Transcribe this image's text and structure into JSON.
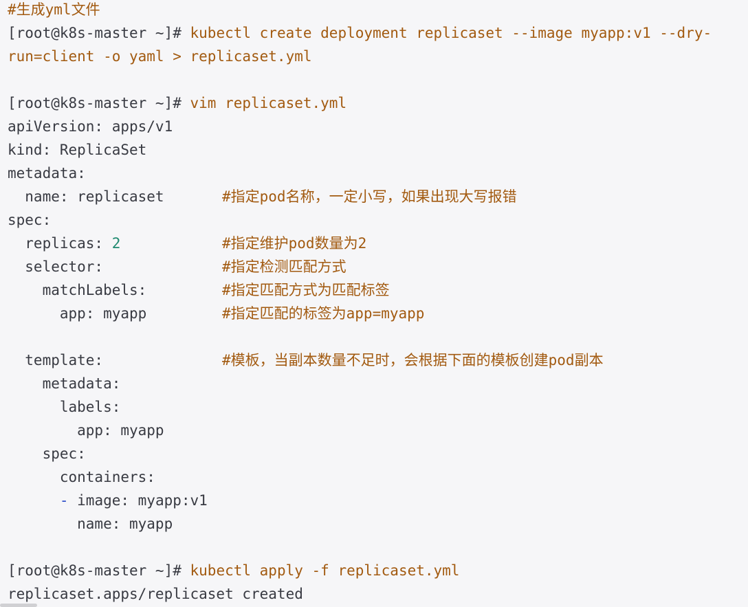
{
  "code": {
    "comment_gen": "#生成yml文件",
    "prompt": "[root@k8s-master ~]#",
    "cmd_create_1": " kubectl create deployment replicaset --image myapp:v1 --dry-",
    "cmd_create_2": "run=client -o yaml > replicaset.yml",
    "cmd_vim": " vim replicaset.yml",
    "api_version": "apiVersion: apps/v1",
    "kind": "kind: ReplicaSet",
    "metadata": "metadata:",
    "name_kv": "  name: replicaset",
    "name_comment": "#指定pod名称，一定小写，如果出现大写报错",
    "spec": "spec:",
    "replicas_key": "  replicas: ",
    "replicas_value": "2",
    "replicas_comment": "#指定维护pod数量为2",
    "selector": "  selector:",
    "selector_comment": "#指定检测匹配方式",
    "match_labels": "    matchLabels:",
    "match_labels_comment": "#指定匹配方式为匹配标签",
    "app_myapp_1": "      app: myapp",
    "app_comment": "#指定匹配的标签为app=myapp",
    "template": "  template:",
    "template_comment": "#模板，当副本数量不足时，会根据下面的模板创建pod副本",
    "tpl_metadata": "    metadata:",
    "tpl_labels": "      labels:",
    "tpl_app": "        app: myapp",
    "tpl_spec": "    spec:",
    "containers": "      containers:",
    "dash": "      -",
    "image": " image: myapp:v1",
    "container_name": "        name: myapp",
    "cmd_apply": " kubectl apply -f replicaset.yml",
    "output": "replicaset.apps/replicaset created"
  }
}
